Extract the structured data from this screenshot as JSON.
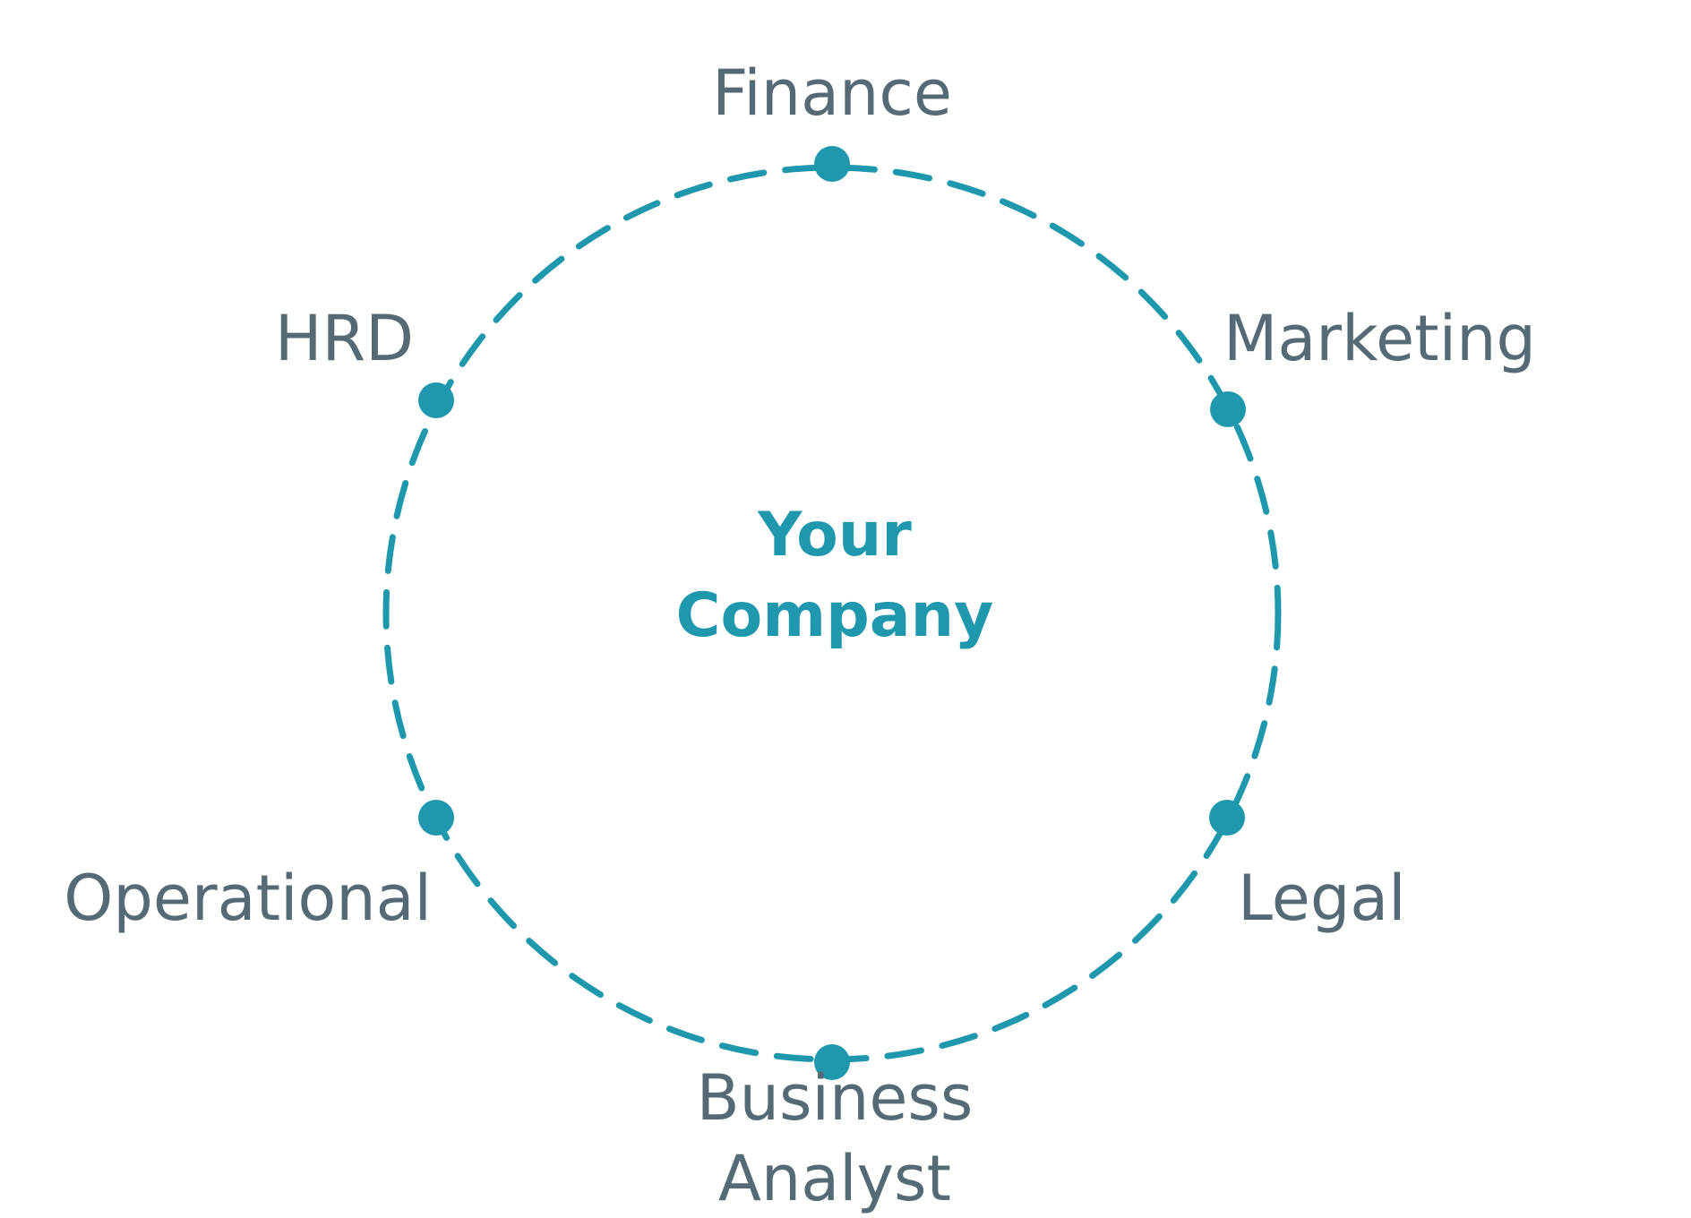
{
  "center": {
    "line1": "Your",
    "line2": "Company"
  },
  "nodes": [
    {
      "label": "Finance"
    },
    {
      "label": "Marketing"
    },
    {
      "label": "Legal"
    },
    {
      "label_line1": "Business",
      "label_line2": "Analyst"
    },
    {
      "label": "Operational"
    },
    {
      "label": "HRD"
    }
  ],
  "colors": {
    "accent": "#1f98ad",
    "label": "#566a75",
    "background": "#ffffff"
  }
}
